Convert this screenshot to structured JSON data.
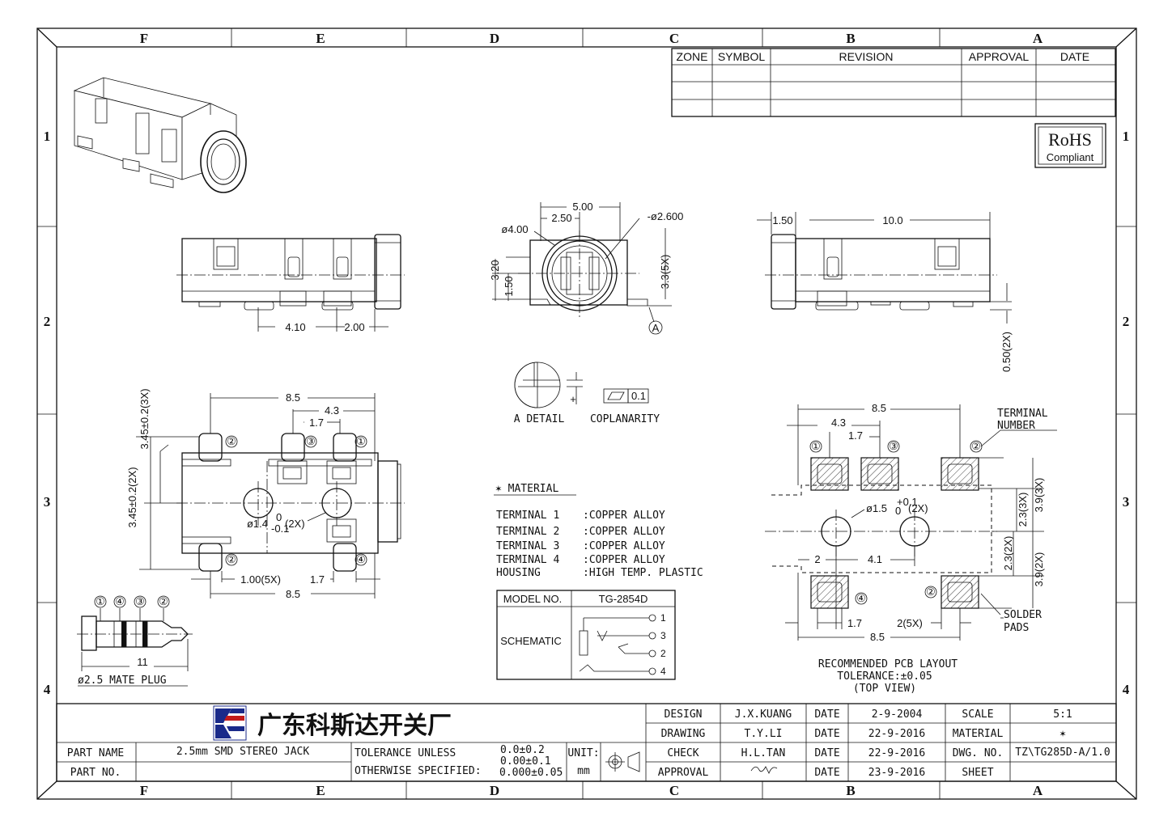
{
  "frame": {
    "columns": [
      "F",
      "E",
      "D",
      "C",
      "B",
      "A"
    ],
    "rows": [
      "1",
      "2",
      "3",
      "4"
    ]
  },
  "revision_table": {
    "headers": [
      "ZONE",
      "SYMBOL",
      "REVISION",
      "APPROVAL",
      "DATE"
    ]
  },
  "rohs": {
    "title": "RoHS",
    "sub": "Compliant"
  },
  "dims": {
    "front_500": "5.00",
    "front_250": "2.50",
    "front_d400": "ø4.00",
    "front_d2600": "-ø2.600",
    "front_320": "3.20",
    "front_150": "1.50",
    "front_33": "3.3(5X)",
    "datum_a": "A",
    "side_410": "4.10",
    "side_200": "2.00",
    "right_150": "1.50",
    "right_100": "10.0",
    "right_050": "0.50(2X)",
    "top_85": "8.5",
    "top_43": "4.3",
    "top_17": "1.7",
    "top_345a": "3.45±0.2(3X)",
    "top_345b": "3.45±0.2(2X)",
    "top_hole": "ø1.4",
    "top_hole_tol_up": "0",
    "top_hole_tol_dn": "-0.1",
    "top_hole_qty": "(2X)",
    "top_100": "1.00(5X)",
    "top_17b": "1.7",
    "top_85b": "8.5",
    "plug_11": "11",
    "pcb_85": "8.5",
    "pcb_43": "4.3",
    "pcb_17": "1.7",
    "pcb_hole": "ø1.5",
    "pcb_hole_tol": "+0.1",
    "pcb_hole_tol0": "0",
    "pcb_hole_qty": "(2X)",
    "pcb_23a": "2.3(3X)",
    "pcb_39a": "3.9(3X)",
    "pcb_23b": "2.3(2X)",
    "pcb_39b": "3.9(2X)",
    "pcb_2": "2",
    "pcb_41": "4.1",
    "pcb_17b": "1.7",
    "pcb_2x5": "2(5X)",
    "pcb_85b": "8.5"
  },
  "callouts": [
    "①",
    "②",
    "③",
    "④"
  ],
  "labels": {
    "a_detail": "A DETAIL",
    "coplanarity": "COPLANARITY",
    "coplanarity_val": "0.1",
    "terminal_number_1": "TERMINAL",
    "terminal_number_2": "NUMBER",
    "solder_pads_1": "SOLDER",
    "solder_pads_2": "PADS",
    "mate_plug": "ø2.5 MATE PLUG",
    "pcb_title": "RECOMMENDED PCB LAYOUT",
    "pcb_tol": "TOLERANCE:±0.05",
    "pcb_view": "(TOP VIEW)"
  },
  "material": {
    "title": "✶ MATERIAL",
    "rows": [
      {
        "k": "TERMINAL 1",
        "v": ":COPPER ALLOY"
      },
      {
        "k": "TERMINAL 2",
        "v": ":COPPER ALLOY"
      },
      {
        "k": "TERMINAL 3",
        "v": ":COPPER ALLOY"
      },
      {
        "k": "TERMINAL 4",
        "v": ":COPPER ALLOY"
      },
      {
        "k": "HOUSING",
        "v": ":HIGH TEMP. PLASTIC"
      }
    ]
  },
  "model_table": {
    "model_label": "MODEL NO.",
    "model_value": "TG-2854D",
    "schematic_label": "SCHEMATIC",
    "pins": [
      "1",
      "3",
      "2",
      "4"
    ]
  },
  "title_block": {
    "company": "广东科斯达开关厂",
    "part_name_label": "PART NAME",
    "part_name_value": "2.5mm SMD STEREO JACK",
    "part_no_label": "PART NO.",
    "tol_label_1": "TOLERANCE UNLESS",
    "tol_label_2": "OTHERWISE SPECIFIED:",
    "tol_1": "0.0±0.2",
    "tol_2": "0.00±0.1",
    "tol_3": "0.000±0.05",
    "unit_label": "UNIT:",
    "unit_value": "mm",
    "design_label": "DESIGN",
    "design_name": "J.X.KUANG",
    "design_date": "2-9-2004",
    "drawing_label": "DRAWING",
    "drawing_name": "T.Y.LI",
    "drawing_date": "22-9-2016",
    "check_label": "CHECK",
    "check_name": "H.L.TAN",
    "check_date": "22-9-2016",
    "approval_label": "APPROVAL",
    "approval_date": "23-9-2016",
    "date_label": "DATE",
    "scale_label": "SCALE",
    "scale_value": "5:1",
    "material_label": "MATERIAL",
    "material_value": "✶",
    "dwg_label": "DWG. NO.",
    "dwg_value": "TZ\\TG285D-A/1.0",
    "sheet_label": "SHEET"
  }
}
